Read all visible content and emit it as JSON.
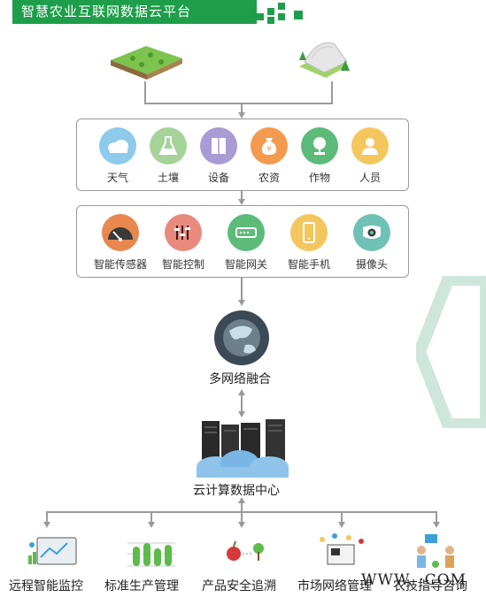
{
  "header": {
    "title": "智慧农业互联网数据云平台"
  },
  "group1": {
    "items": [
      {
        "label": "天气",
        "icon": "cloud-icon",
        "color": "#8ecaec"
      },
      {
        "label": "土壤",
        "icon": "flask-icon",
        "color": "#a6d39a"
      },
      {
        "label": "设备",
        "icon": "cabinet-icon",
        "color": "#a99bd4"
      },
      {
        "label": "农资",
        "icon": "money-bag-icon",
        "color": "#f39a4e"
      },
      {
        "label": "作物",
        "icon": "plant-icon",
        "color": "#5dbb7a"
      },
      {
        "label": "人员",
        "icon": "person-icon",
        "color": "#f3c75e"
      }
    ]
  },
  "group2": {
    "items": [
      {
        "label": "智能传感器",
        "icon": "gauge-icon",
        "color": "#e8884e"
      },
      {
        "label": "智能控制",
        "icon": "control-icon",
        "color": "#e88a7e"
      },
      {
        "label": "智能网关",
        "icon": "router-icon",
        "color": "#5dbb7a"
      },
      {
        "label": "智能手机",
        "icon": "phone-icon",
        "color": "#f3c75e"
      },
      {
        "label": "摄像头",
        "icon": "camera-icon",
        "color": "#6fc1b3"
      }
    ]
  },
  "hub": {
    "label": "多网络融合",
    "icon": "network-globe-icon"
  },
  "cloud": {
    "label": "云计算数据中心",
    "icon": "server-cloud-icon"
  },
  "bottom": {
    "items": [
      {
        "label": "远程智能监控",
        "icon": "monitor-icon"
      },
      {
        "label": "标准生产管理",
        "icon": "chart-trees-icon"
      },
      {
        "label": "产品安全追溯",
        "icon": "trace-icon"
      },
      {
        "label": "市场网络管理",
        "icon": "market-icon"
      },
      {
        "label": "农技指导咨询",
        "icon": "consult-icon"
      }
    ]
  },
  "watermark": "WWW.  ·COM"
}
